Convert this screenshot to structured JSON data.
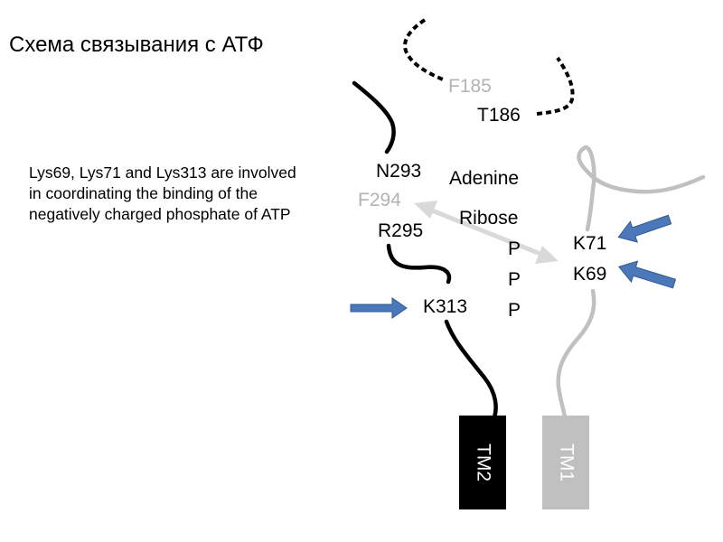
{
  "title": "Схема связывания с АТФ",
  "description": "Lys69, Lys71 and Lys313 are involved in coordinating the binding of the negatively charged phosphate of ATP",
  "colors": {
    "dark": "#000000",
    "gray": "#c0c0c0",
    "light_label": "#b3b3b3",
    "arrow_blue": "#4a78b8",
    "arrow_blue_stroke": "#2f5a94",
    "double_arrow": "#d9d9d9"
  },
  "residues": {
    "f185": "F185",
    "t186": "T186",
    "n293": "N293",
    "f294": "F294",
    "r295": "R295",
    "k313": "K313",
    "k71": "K71",
    "k69": "K69"
  },
  "atp": {
    "adenine": "Adenine",
    "ribose": "Ribose",
    "phosphates": [
      "P",
      "P",
      "P"
    ]
  },
  "helices": {
    "tm2": "TM2",
    "tm1": "TM1"
  }
}
